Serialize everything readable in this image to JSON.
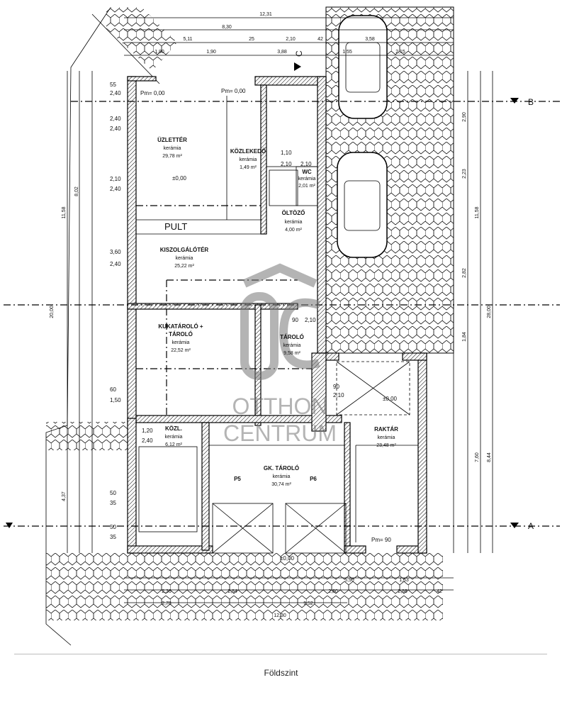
{
  "caption": "Földszint",
  "watermark": {
    "line1": "OTTHON",
    "line2": "CENTRUM"
  },
  "rooms": [
    {
      "name": "ÜZLETTÉR",
      "material": "kerámia",
      "area": "29,78 m²"
    },
    {
      "name": "KÖZLEKEDŐ",
      "material": "kerámia",
      "area": "1,49 m²"
    },
    {
      "name": "WC",
      "material": "kerámia",
      "area": "2,01 m²"
    },
    {
      "name": "ÖLTÖZŐ",
      "material": "kerámia",
      "area": "4,00 m²"
    },
    {
      "name": "KISZOLGÁLÓTÉR",
      "material": "kerámia",
      "area": "25,22 m²"
    },
    {
      "name": "KUKATÁROLÓ +",
      "name2": "TÁROLÓ",
      "material": "kerámia",
      "area": "22,52 m²"
    },
    {
      "name": "TÁROLÓ",
      "material": "kerámia",
      "area": "9,58 m²"
    },
    {
      "name": "KÖZL.",
      "material": "kerámia",
      "area": "6,12 m²"
    },
    {
      "name": "GK. TÁROLÓ",
      "material": "kerámia",
      "area": "30,74 m²"
    },
    {
      "name": "RAKTÁR",
      "material": "kerámia",
      "area": "23,48 m²"
    }
  ],
  "labels": {
    "pult": "PULT",
    "p5": "P5",
    "p6": "P6",
    "pm000a": "Pm= 0,00",
    "pm000b": "Pm= 0,00",
    "pm90": "Pm= 90",
    "lvl0": "±0,00",
    "lvl0b": "±0,00",
    "lvl0c": "±0,00"
  },
  "sections": {
    "a": "A",
    "b": "B",
    "c": "C"
  },
  "dims_top": [
    "12,31",
    "8,30",
    "5,11",
    "25",
    "2,10",
    "42",
    "1,80",
    "1,90",
    "3,88",
    "1,55",
    "2,15",
    "3,58"
  ],
  "dims_bottom": [
    "2,36",
    "2,84",
    "2,80",
    "2,86",
    "42",
    "2,78",
    "9,52",
    "12,30",
    "5,90",
    "1,63"
  ],
  "dims_left": [
    "55",
    "2,40",
    "2,40",
    "2,40",
    "2,10",
    "2,40",
    "3,60",
    "2,40",
    "60",
    "1,50",
    "1,20",
    "2,40",
    "50",
    "35",
    "50",
    "35",
    "11,58",
    "20,00",
    "8,02",
    "4,37"
  ],
  "dims_right": [
    "2,90",
    "2,23",
    "2,82",
    "1,84",
    "7,60",
    "8,44",
    "11,58",
    "28,00"
  ],
  "doors": [
    "1,10",
    "2,10",
    "2,10",
    "90",
    "2,10",
    "90",
    "2,10"
  ]
}
